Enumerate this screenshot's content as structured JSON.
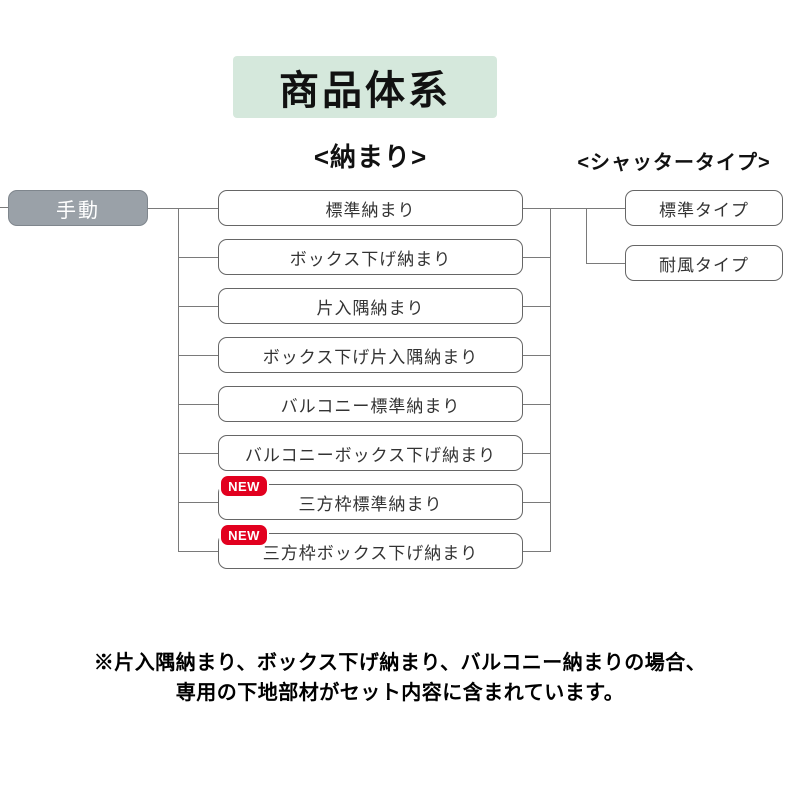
{
  "title": "商品体系",
  "column_headers": {
    "fitting": "<納まり>",
    "shutter": "<シャッタータイプ>"
  },
  "root": {
    "label": "手動"
  },
  "badge": {
    "label": "NEW"
  },
  "fitting": {
    "items": [
      {
        "label": "標準納まり",
        "new": false
      },
      {
        "label": "ボックス下げ納まり",
        "new": false
      },
      {
        "label": "片入隅納まり",
        "new": false
      },
      {
        "label": "ボックス下げ片入隅納まり",
        "new": false
      },
      {
        "label": "バルコニー標準納まり",
        "new": false
      },
      {
        "label": "バルコニーボックス下げ納まり",
        "new": false
      },
      {
        "label": "三方枠標準納まり",
        "new": true
      },
      {
        "label": "三方枠ボックス下げ納まり",
        "new": true
      }
    ]
  },
  "shutter": {
    "items": [
      {
        "label": "標準タイプ"
      },
      {
        "label": "耐風タイプ"
      }
    ]
  },
  "footnote": {
    "line1": "※片入隅納まり、ボックス下げ納まり、バルコニー納まりの場合、",
    "line2": "専用の下地部材がセット内容に含まれています。"
  },
  "colors": {
    "header_bg": "#d5e8dc",
    "root_bg": "#9aa1a8",
    "root_border": "#7f868d",
    "badge_bg": "#e2001f",
    "line": "#7a7a7a",
    "box_border": "#666666",
    "box_text": "#333333"
  }
}
